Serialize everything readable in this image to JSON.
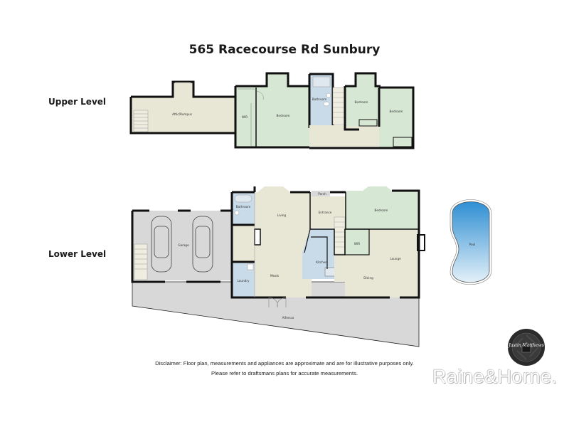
{
  "header": {
    "title": "565 Racecourse Rd Sunbury"
  },
  "levels": {
    "upper": {
      "label": "Upper Level",
      "rooms": {
        "attic": "Attic/Rumpus",
        "wir": "WIR",
        "bedroom1": "Bedroom",
        "bathroom": "Bathroom",
        "bedroom2": "Bedroom",
        "bedroom3": "Bedroom"
      }
    },
    "lower": {
      "label": "Lower Level",
      "rooms": {
        "garage": "Garage",
        "bathroom": "Bathroom",
        "laundry": "Laundry",
        "living": "Living",
        "meals": "Meals",
        "porch": "Porch",
        "entrance": "Entrance",
        "kitchen": "Kitchen",
        "wir": "WIR",
        "bedroom": "Bedroom",
        "lounge": "Lounge",
        "dining": "Dining",
        "alfresco": "Alfresco",
        "pool": "Pool"
      }
    }
  },
  "colors": {
    "beige": "#e8e6d4",
    "green": "#d6e8d4",
    "blue": "#c9dbe8",
    "grey": "#d8d8d8",
    "wall": "#111111",
    "pool_top": "#3d9ad6",
    "pool_bottom": "#d9ecf7"
  },
  "footer": {
    "disclaimer_line1": "Disclaimer: Floor plan, measurements and appliances are approximate and are for illustrative purposes only.",
    "disclaimer_line2": "Please refer to draftsmans plans for accurate measurements.",
    "brand": "Raine&Horne.",
    "photographer_logo": "Justin Matthews"
  }
}
